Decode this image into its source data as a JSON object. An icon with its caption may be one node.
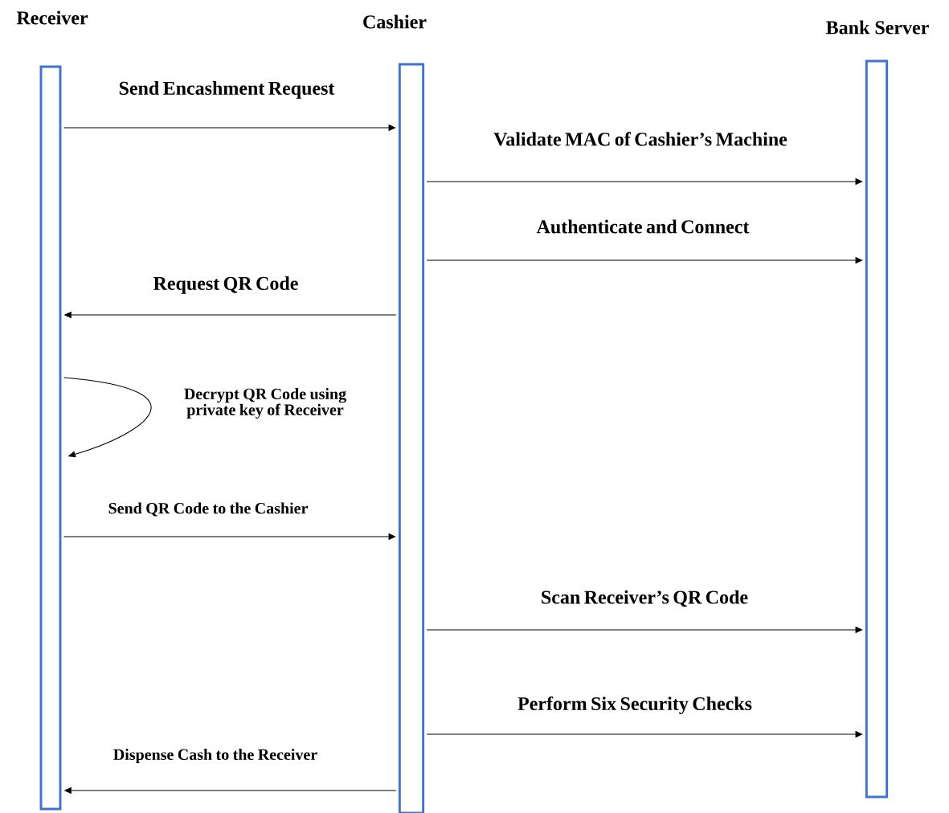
{
  "diagram": {
    "nodes": [
      {
        "text": [
          "Receiver"
        ]
      },
      {
        "text": [
          "Cashier"
        ]
      },
      {
        "text": [
          "Bank Server"
        ]
      }
    ],
    "edges": [
      {
        "from": 0,
        "to": 1,
        "arrow": "to",
        "label": "Send Encashment Request"
      },
      {
        "from": 1,
        "to": 2,
        "arrow": "to",
        "label": "Validate MAC of Cashier’s Machine"
      },
      {
        "from": 1,
        "to": 2,
        "arrow": "to",
        "label": "Authenticate and Connect"
      },
      {
        "from": 1,
        "to": 0,
        "arrow": "to",
        "label": "Request QR Code"
      },
      {
        "from": 0,
        "to": 0,
        "arrow": "to",
        "label": "Decrypt QR Code using private key of Receiver"
      },
      {
        "from": 0,
        "to": 1,
        "arrow": "to",
        "label": "Send QR Code to the Cashier"
      },
      {
        "from": 1,
        "to": 2,
        "arrow": "to",
        "label": "Scan Receiver’s QR Code"
      },
      {
        "from": 1,
        "to": 2,
        "arrow": "to",
        "label": "Perform Six Security Checks"
      },
      {
        "from": 1,
        "to": 0,
        "arrow": "to",
        "label": "Dispense Cash to the Receiver"
      }
    ]
  }
}
